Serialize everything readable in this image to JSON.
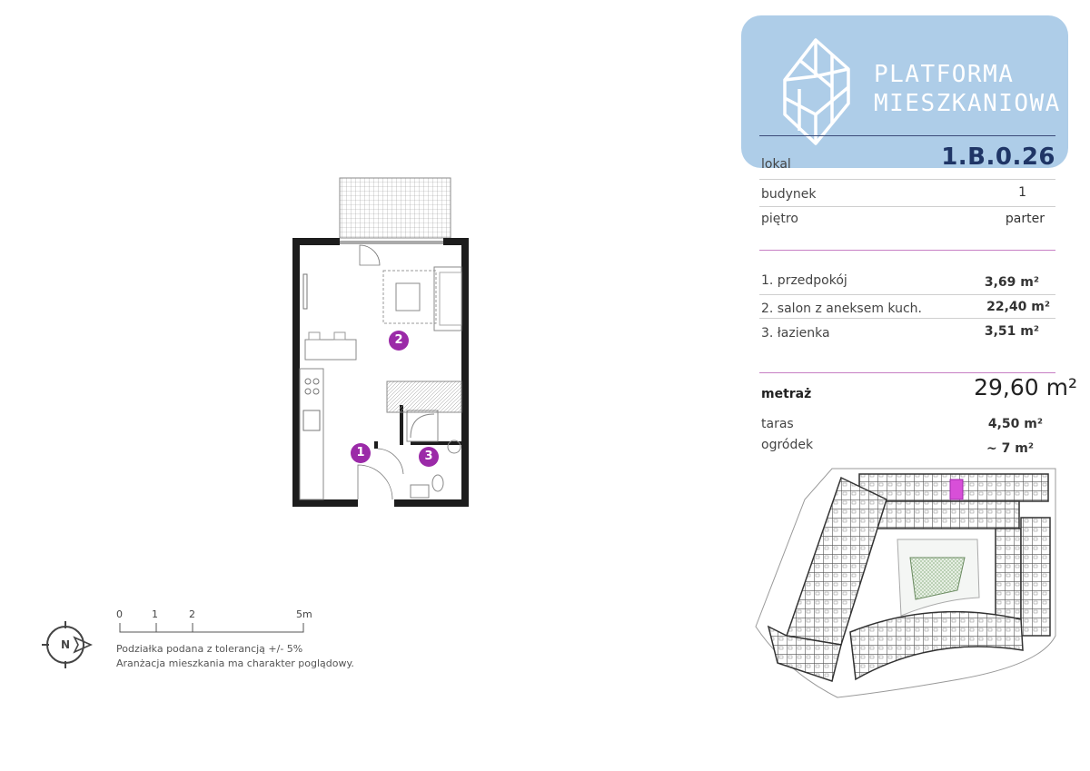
{
  "logo": {
    "line1": "PLATFORMA",
    "line2": "MIESZKANIOWA"
  },
  "unit": {
    "label": "lokal",
    "value": "1.B.0.26"
  },
  "building": {
    "label": "budynek",
    "value": "1"
  },
  "floor": {
    "label": "piętro",
    "value": "parter"
  },
  "rooms": [
    {
      "label": "1. przedpokój",
      "value": "3,69 m²"
    },
    {
      "label": "2. salon z aneksem kuch.",
      "value": "22,40 m²"
    },
    {
      "label": "3. łazienka",
      "value": "3,51 m²"
    }
  ],
  "area": {
    "label": "metraż",
    "value": "29,60 m²"
  },
  "terrace": {
    "label": "taras",
    "value": "4,50 m²"
  },
  "garden": {
    "label": "ogródek",
    "value": "~ 7 m²"
  },
  "plan_markers": [
    "1",
    "2",
    "3"
  ],
  "scale": {
    "ticks": [
      "0",
      "1",
      "2",
      "5m"
    ]
  },
  "notes": [
    "Podziałka podana z tolerancją +/- 5%",
    "Aranżacja mieszkania ma charakter poglądowy."
  ],
  "colors": {
    "logo_bg": "#aecde8",
    "accent_purple": "#9b2aa8",
    "navy": "#1f3566",
    "highlight": "#d84fd8"
  }
}
